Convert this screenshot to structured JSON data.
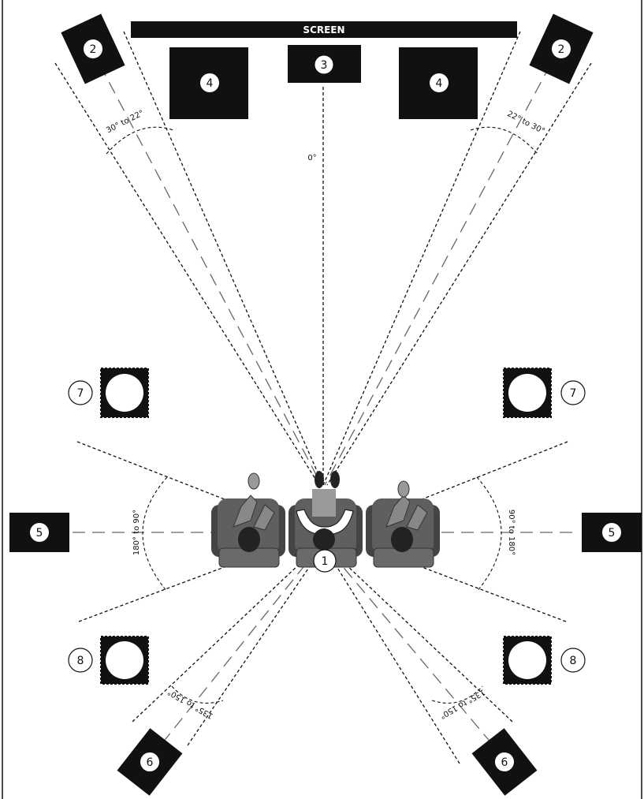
{
  "screen_label": "SCREEN",
  "speakers": {
    "listener": "1",
    "front_left_right": "2",
    "center": "3",
    "subwoofer": "4",
    "side": "5",
    "rear": "6",
    "front_height": "7",
    "rear_height": "8"
  },
  "angles": {
    "center": "0°",
    "front_left": "30° to 22°",
    "front_right": "22° to 30°",
    "side_left": "180° to 90°",
    "side_right": "90° to 180°",
    "rear_left": "135° to 150°",
    "rear_right": "135° to 150°"
  },
  "colors": {
    "speaker_fill": "#111111",
    "line": "#111111",
    "guide_line": "#666666",
    "seat_fill": "#5f5f5f",
    "seat_dark": "#3a3a3a",
    "listener_fill": "#ffffff"
  }
}
